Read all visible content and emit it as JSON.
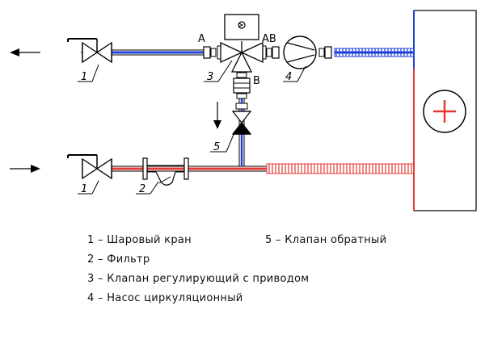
{
  "diagram": {
    "port_labels": {
      "a": "A",
      "ab": "AB",
      "b": "B"
    },
    "callouts": {
      "valve_top": "1",
      "valve_bottom": "1",
      "filter": "2",
      "three_way_valve": "3",
      "pump": "4",
      "check_valve": "5"
    },
    "colors": {
      "supply": "#e53935",
      "return": "#1e3fd8",
      "line": "#000000"
    },
    "icons": [
      "ball-valve-icon",
      "filter-icon",
      "three-way-valve-icon",
      "actuator-icon",
      "pump-icon",
      "check-valve-icon",
      "radiator-plus-icon",
      "flow-arrow-icon"
    ]
  },
  "legend": {
    "items": [
      {
        "text": "1  –  Шаровый кран"
      },
      {
        "text": "2  –  Фильтр"
      },
      {
        "text": "3  –  Клапан регулирующий с приводом"
      },
      {
        "text": "4  –  Насос циркуляционный"
      },
      {
        "text": "5  –  Клапан обратный"
      }
    ]
  }
}
